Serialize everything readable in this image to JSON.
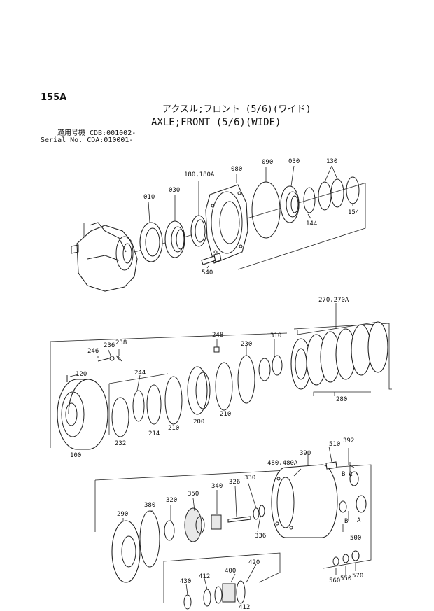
{
  "header": {
    "page_no": "155A",
    "title_jp": "アクスル;フロント (5/6)(ワイド)",
    "title_en": "AXLE;FRONT (5/6)(WIDE)",
    "serial_line1": "適用号機 CDB:001002-",
    "serial_line2": "Serial No. CDA:010001-"
  },
  "callouts": {
    "p010": "010",
    "p030a": "030",
    "p180": "180,180A",
    "p080": "080",
    "p090": "090",
    "p030b": "030",
    "p130": "130",
    "p154": "154",
    "p144": "144",
    "p540": "540",
    "p270": "270,270A",
    "p248": "248",
    "p246": "246",
    "p236": "236",
    "p238": "238",
    "p230": "230",
    "p310": "310",
    "p120": "120",
    "p244": "244",
    "p232": "232",
    "p214": "214",
    "p210a": "210",
    "p200": "200",
    "p210b": "210",
    "p280": "280",
    "p100": "100",
    "p510": "510",
    "p392": "392",
    "p390": "390",
    "p480": "480,480A",
    "p350": "350",
    "p340": "340",
    "p326": "326",
    "p330": "330",
    "p320": "320",
    "p380": "380",
    "p290": "290",
    "p336": "336",
    "pB1": "B",
    "pA1": "A",
    "pB2": "B",
    "pA2": "A",
    "p500": "500",
    "p420": "420",
    "p400": "400",
    "p430": "430",
    "p412a": "412",
    "p412b": "412",
    "p560": "560",
    "p550": "550",
    "p570": "570"
  }
}
